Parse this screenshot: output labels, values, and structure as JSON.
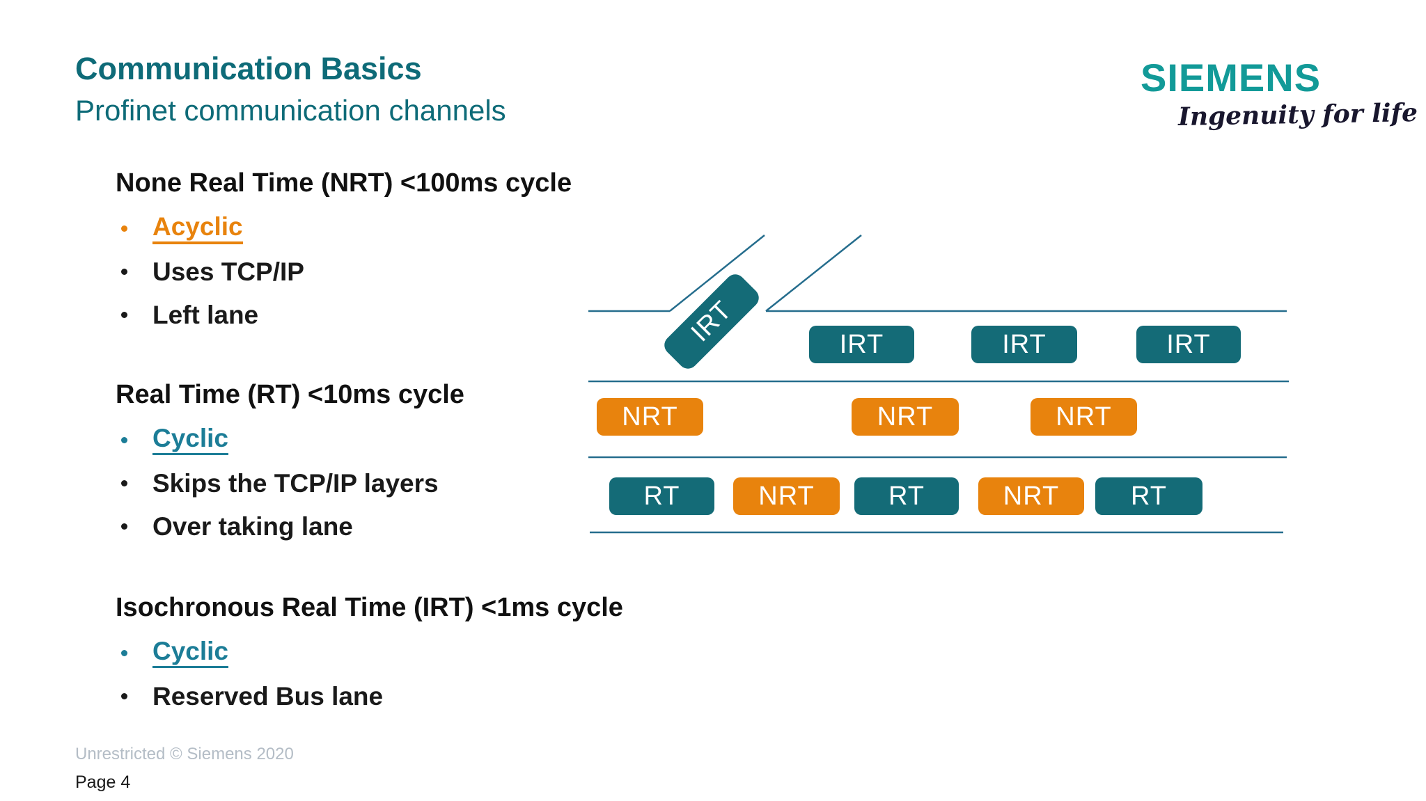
{
  "slide": {
    "title": "Communication Basics",
    "subtitle": "Profinet communication channels",
    "logo": {
      "brand": "SIEMENS",
      "tagline": "Ingenuity for life"
    },
    "sections": [
      {
        "heading": "None Real Time (NRT) <100ms cycle",
        "bullets": [
          {
            "text": "Acyclic",
            "style": "link-orange"
          },
          {
            "text": "Uses TCP/IP",
            "style": "plain"
          },
          {
            "text": "Left lane",
            "style": "plain"
          }
        ]
      },
      {
        "heading": "Real Time (RT) <10ms cycle",
        "bullets": [
          {
            "text": "Cyclic",
            "style": "link-teal"
          },
          {
            "text": "Skips the TCP/IP layers",
            "style": "plain"
          },
          {
            "text": "Over taking lane",
            "style": "plain"
          }
        ]
      },
      {
        "heading": "Isochronous Real Time (IRT) <1ms cycle",
        "bullets": [
          {
            "text": "Cyclic",
            "style": "link-teal"
          },
          {
            "text": "Reserved Bus lane",
            "style": "plain"
          }
        ]
      }
    ],
    "diagram": {
      "ramp_badge_label": "IRT",
      "irt_lane_boxes": [
        "IRT",
        "IRT",
        "IRT"
      ],
      "nrt_lane_boxes": [
        "NRT",
        "NRT",
        "NRT"
      ],
      "rt_lane_boxes": [
        "RT",
        "NRT",
        "RT",
        "NRT",
        "RT"
      ]
    },
    "footer": {
      "classification": "Unrestricted © Siemens 2020",
      "page": "Page 4"
    },
    "colors": {
      "petrol_teal_box": "#146b77",
      "orange_box": "#e8830d",
      "lane_line": "#256d8d",
      "title_teal": "#0e6b78",
      "link_teal": "#1c7d97",
      "link_orange": "#e8830d",
      "logo_teal": "#129a98",
      "footer_gray": "#b4bdc6"
    }
  }
}
